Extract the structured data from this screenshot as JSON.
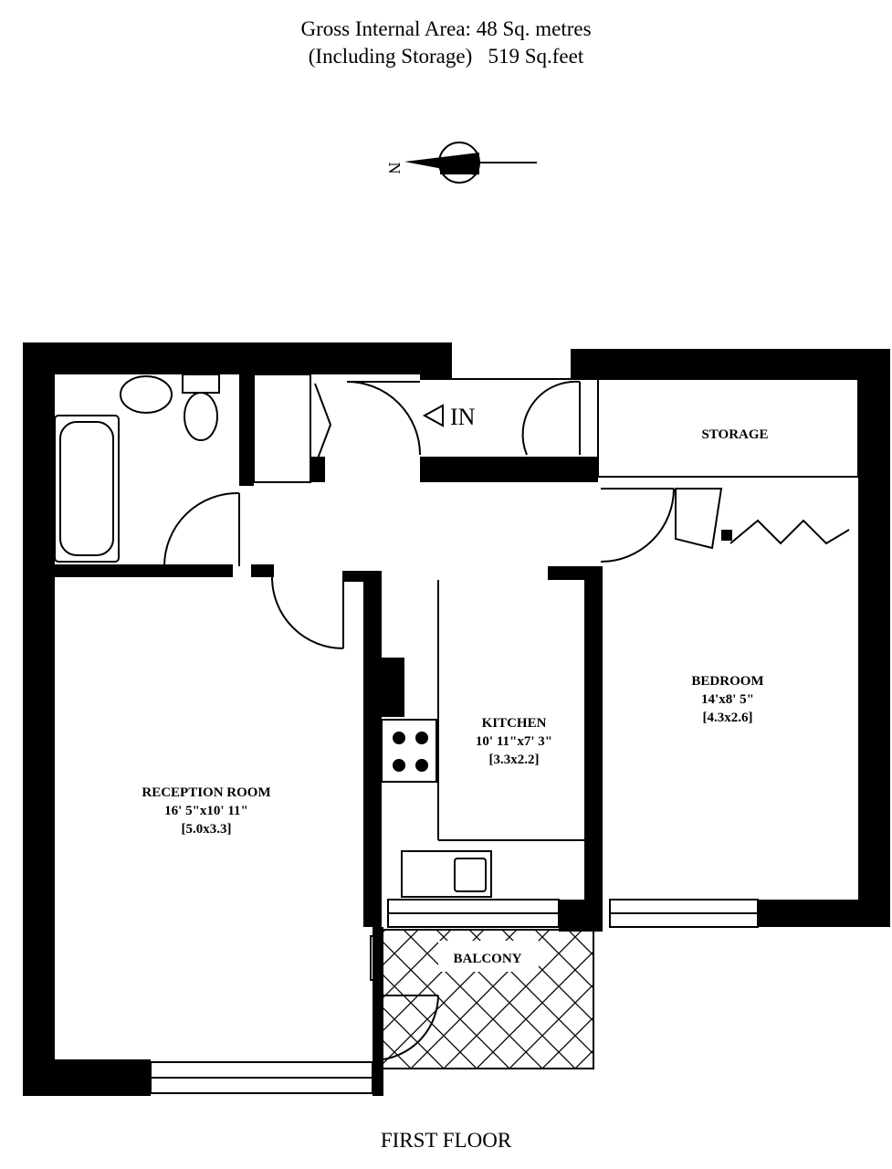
{
  "header": {
    "line1": "Gross Internal Area: 48 Sq. metres",
    "line2_left": "(Including Storage)",
    "line2_right": "519 Sq.feet"
  },
  "compass": {
    "north_label": "N",
    "icon": "north-arrow-icon"
  },
  "rooms": {
    "storage": {
      "name": "STORAGE"
    },
    "entrance": {
      "name": "IN"
    },
    "bedroom": {
      "name": "BEDROOM",
      "imperial": "14'x8' 5\"",
      "metric": "[4.3x2.6]"
    },
    "kitchen": {
      "name": "KITCHEN",
      "imperial": "10' 11\"x7' 3\"",
      "metric": "[3.3x2.2]"
    },
    "reception": {
      "name": "RECEPTION ROOM",
      "imperial": "16' 5\"x10' 11\"",
      "metric": "[5.0x3.3]"
    },
    "balcony": {
      "name": "BALCONY"
    }
  },
  "footer": {
    "floor": "FIRST FLOOR"
  }
}
